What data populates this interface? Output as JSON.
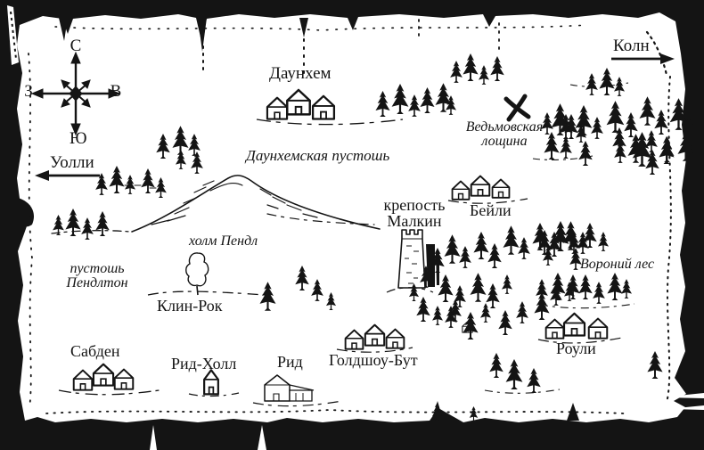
{
  "map": {
    "compass": {
      "north": "С",
      "south": "Ю",
      "west": "З",
      "east": "В"
    },
    "directions": {
      "coln": "Колн",
      "whalley": "Уолли"
    },
    "settlements": {
      "downham": "Даунхем",
      "bailey": "Бейли",
      "malkin_line1": "крепость",
      "malkin_line2": "Малкин",
      "clean_rock": "Клин-Рок",
      "sabden": "Сабден",
      "read_hall": "Рид-Холл",
      "read": "Рид",
      "goldshaw_booth": "Голдшоу-Бут",
      "roughlee": "Роули"
    },
    "regions": {
      "downham_moor": "Даунхемская пустошь",
      "pendle_hill": "холм Пендл",
      "crow_wood": "Вороний лес",
      "witch_dell_line1": "Ведьмовская",
      "witch_dell_line2": "лощина",
      "pendleton_moor_line1": "пустошь",
      "pendleton_moor_line2": "Пендлтон"
    },
    "colors": {
      "ink": "#141414",
      "paper": "#ffffff"
    }
  }
}
